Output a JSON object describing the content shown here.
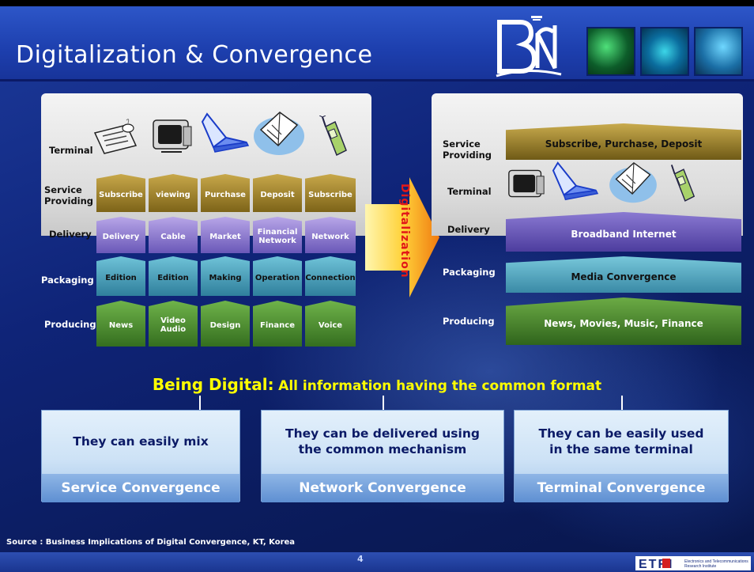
{
  "slide": {
    "title": "Digitalization & Convergence",
    "page_number": "4",
    "source": "Source : Business Implications of Digital Convergence, KT, Korea",
    "logo_bcn": "BCN",
    "logo_etri": "ETRI",
    "logo_etri_sub1": "Electronics and Telecommunications",
    "logo_etri_sub2": "Research Institute"
  },
  "left_diagram": {
    "row_labels": {
      "terminal": "Terminal",
      "service_providing_1": "Service",
      "service_providing_2": "Providing",
      "delivery": "Delivery",
      "packaging": "Packaging",
      "producing": "Producing"
    },
    "service_providing": [
      "Subscribe",
      "viewing",
      "Purchase",
      "Deposit",
      "Subscribe"
    ],
    "delivery": [
      "Delivery",
      "Cable",
      "Market",
      "Financial Network",
      "Network"
    ],
    "packaging": [
      "Edition",
      "Edition",
      "Making",
      "Operation",
      "Connection"
    ],
    "producing": [
      "News",
      "Video Audio",
      "Design",
      "Finance",
      "Voice"
    ],
    "devices": [
      "newspaper-icon",
      "tv-icon",
      "laptop-icon",
      "book-icon",
      "phone-icon"
    ]
  },
  "transition": {
    "label": "Digitalization"
  },
  "right_diagram": {
    "row_labels": {
      "service_providing_1": "Service",
      "service_providing_2": "Providing",
      "terminal": "Terminal",
      "delivery": "Delivery",
      "packaging": "Packaging",
      "producing": "Producing"
    },
    "service_providing": "Subscribe, Purchase, Deposit",
    "delivery": "Broadband Internet",
    "packaging": "Media Convergence",
    "producing": "News, Movies, Music, Finance",
    "devices": [
      "tv-icon",
      "laptop-icon",
      "book-icon",
      "phone-icon"
    ]
  },
  "headline": {
    "bold": "Being Digital:",
    "rest": "All information having the common format"
  },
  "boxes": [
    {
      "main_1": "They can easily mix",
      "main_2": "",
      "sub": "Service Convergence"
    },
    {
      "main_1": "They can be delivered using",
      "main_2": "the common mechanism",
      "sub": "Network Convergence"
    },
    {
      "main_1": "They can be easily used",
      "main_2": "in the same terminal",
      "sub": "Terminal Convergence"
    }
  ],
  "colors": {
    "title_bar": "#1d3fae",
    "headline": "#ffff00",
    "arrow_label": "#e21818",
    "box_text": "#0b1a66"
  }
}
